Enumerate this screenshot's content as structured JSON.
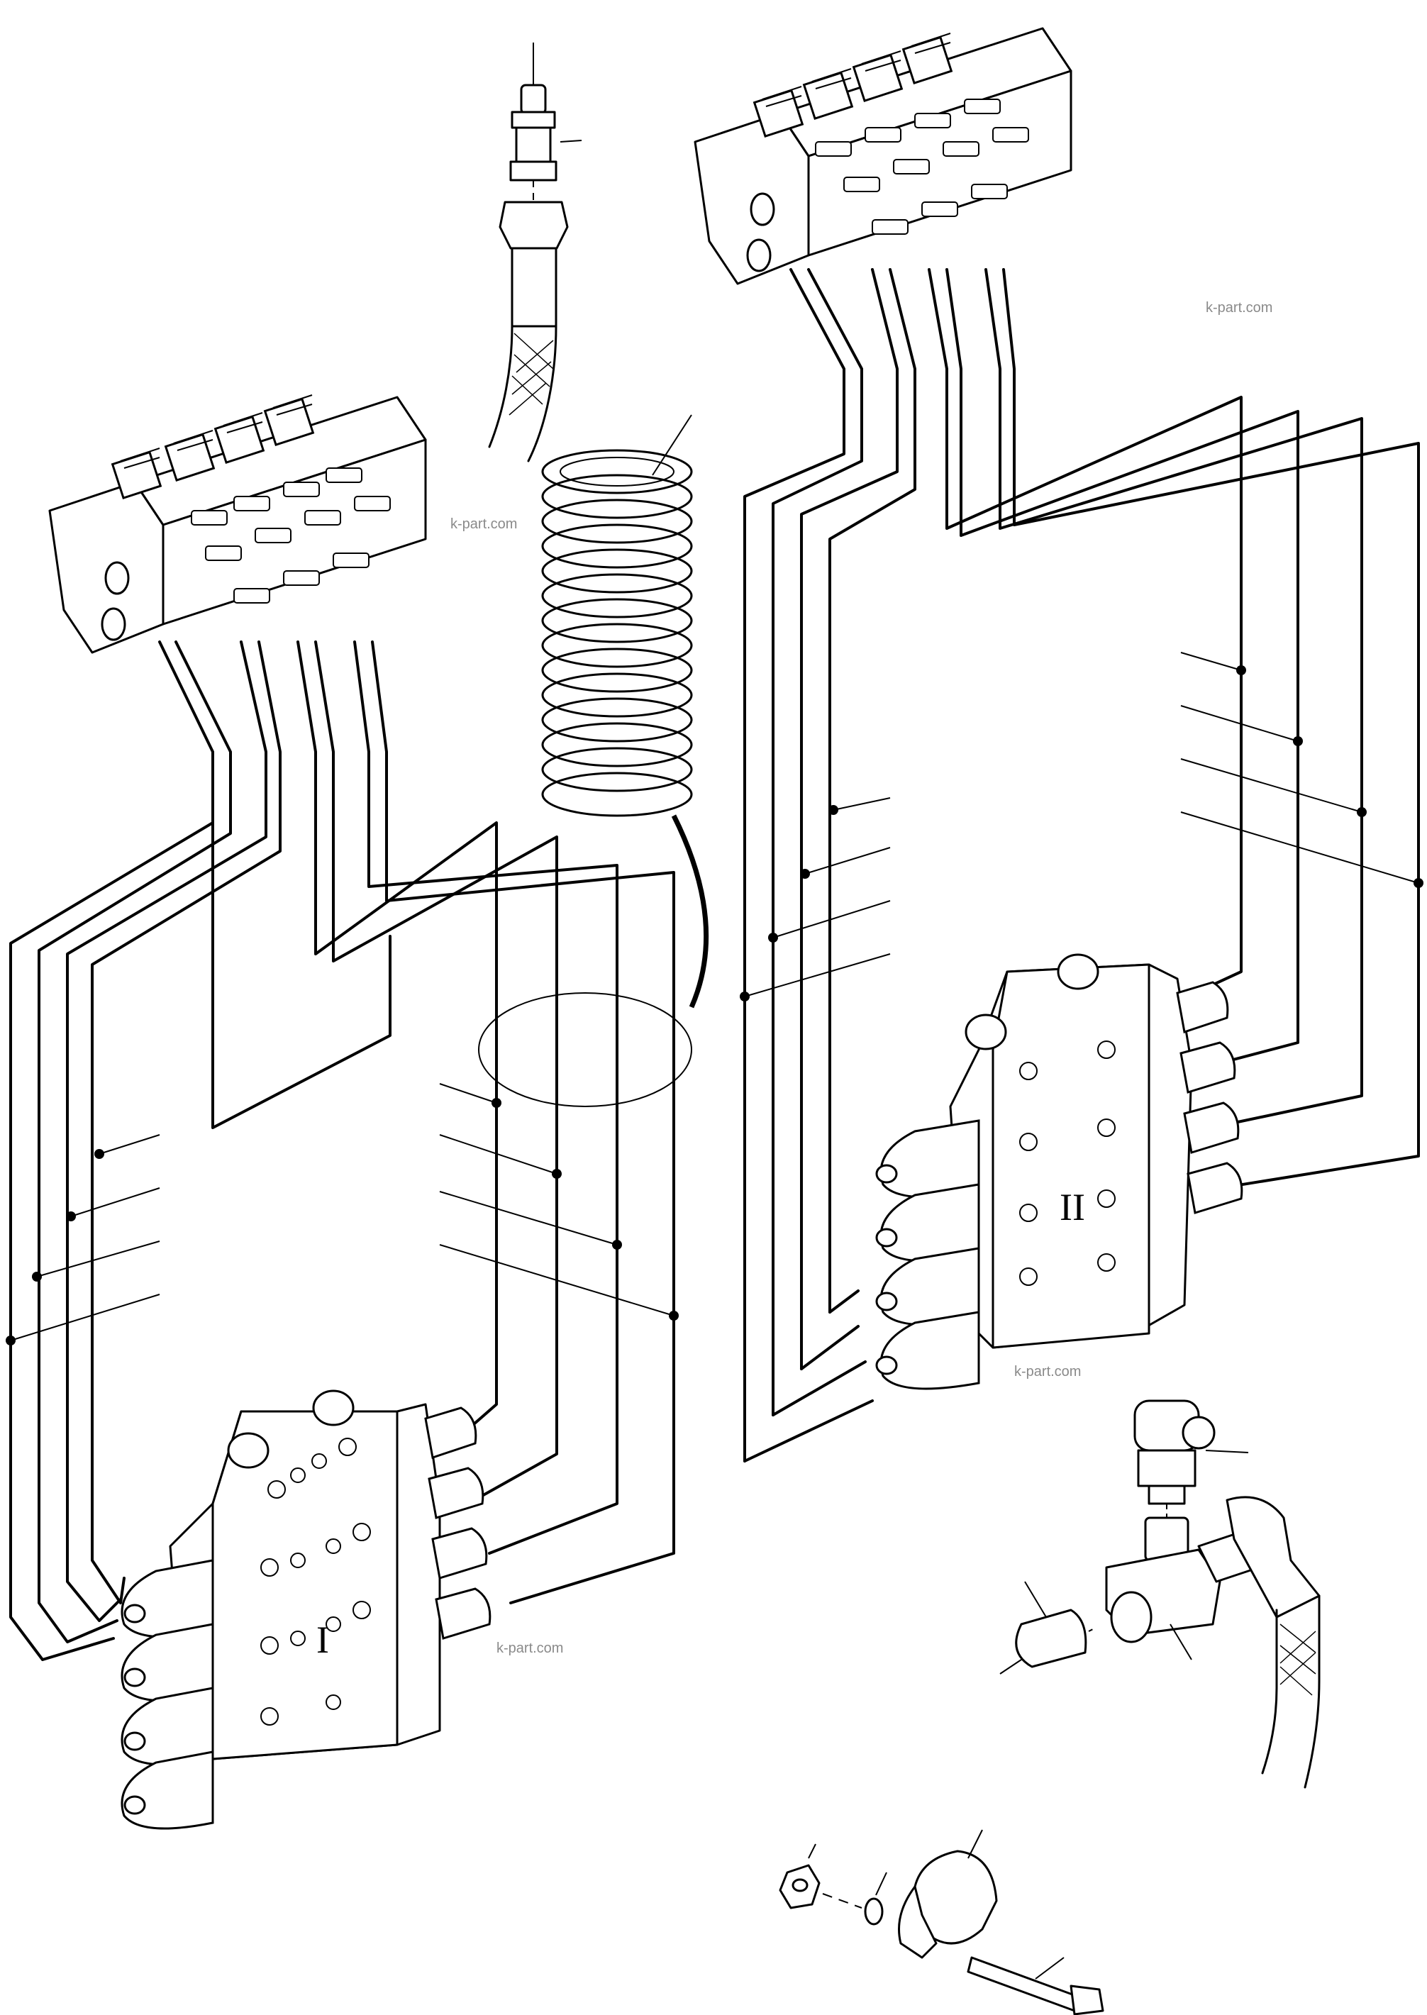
{
  "diagram": {
    "type": "exploded parts diagram",
    "watermarks": [
      "k-part.com",
      "k-part.com",
      "k-part.com",
      "k-part.com"
    ],
    "valve_block_labels": [
      "I",
      "II"
    ],
    "colors": {
      "line": "#000000",
      "background": "#ffffff",
      "watermark": "#8a8a8a"
    }
  }
}
